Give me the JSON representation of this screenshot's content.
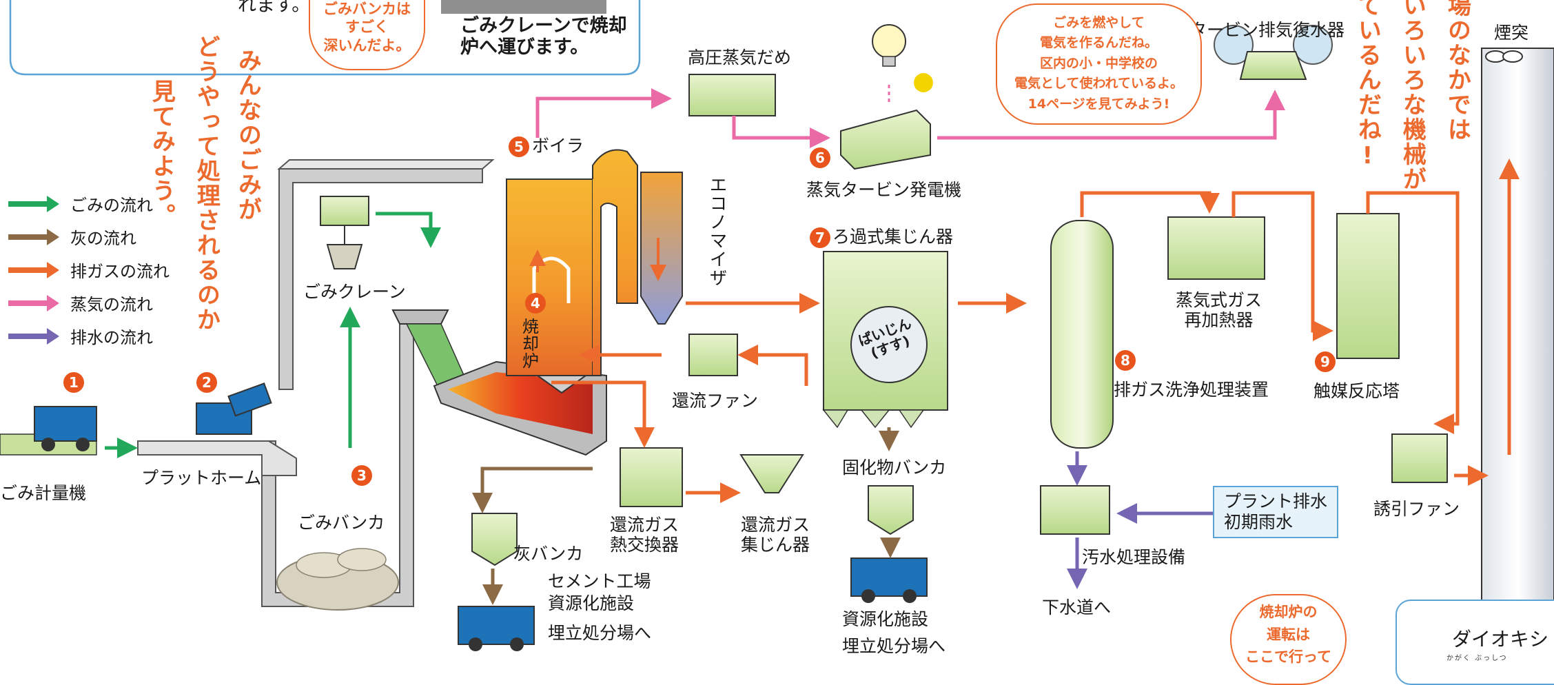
{
  "header_fragment": "れます。",
  "top_bubble": "ごみバンカは\nすごく\n深いんだよ。",
  "crane_caption": "ごみクレーンで焼却\n炉へ運びます。",
  "intro_text": {
    "col1": "みんなのごみが",
    "col2": "どうやって処理されるのか",
    "col3": "見てみよう。"
  },
  "legend": [
    {
      "label": "ごみの流れ",
      "color": "#22a85a"
    },
    {
      "label": "灰の流れ",
      "color": "#8b6a45"
    },
    {
      "label": "排ガスの流れ",
      "color": "#ec6a2e"
    },
    {
      "label": "蒸気の流れ",
      "color": "#e96aa5"
    },
    {
      "label": "排水の流れ",
      "color": "#7466b3"
    }
  ],
  "steps": {
    "s1": {
      "num": "1",
      "label": "ごみ計量機"
    },
    "s2": {
      "num": "2",
      "label": "プラットホーム"
    },
    "s3": {
      "num": "3",
      "label": "ごみバンカ"
    },
    "s4": {
      "num": "4",
      "label": "焼却炉"
    },
    "s5": {
      "num": "5",
      "label": "ボイラ"
    },
    "s6": {
      "num": "6",
      "label": "蒸気タービン発電機"
    },
    "s7": {
      "num": "7",
      "label": "ろ過式集じん器"
    },
    "s8": {
      "num": "8",
      "label": "排ガス洗浄処理装置"
    },
    "s9": {
      "num": "9",
      "label": "触媒反応塔"
    }
  },
  "labels": {
    "crane": "ごみクレーン",
    "economizer": "エコノマイザ",
    "steam_header": "高圧蒸気だめ",
    "turbine_condenser": "タービン排気復水器",
    "chimney": "煙突",
    "reflux_fan": "還流ファン",
    "ash_bunker": "灰バンカ",
    "reflux_heat_exchanger": "還流ガス\n熱交換器",
    "reflux_dust_collector": "還流ガス\n集じん器",
    "solidified_bunker": "固化物バンカ",
    "steam_reheater": "蒸気式ガス\n再加熱器",
    "induced_fan": "誘引ファン",
    "wastewater": "汚水処理設備",
    "sewer": "下水道へ",
    "plant_drain": "プラント排水\n初期雨水",
    "cement": "セメント工場",
    "recycle1": "資源化施設",
    "landfill1": "埋立処分場へ",
    "recycle2": "資源化施設",
    "landfill2": "埋立処分場へ",
    "bag_text": "ばいじん\n(すす)"
  },
  "speech_bubble": "ごみを燃やして\n電気を作るんだね。\n区内の小・中学校の\n電気として使われているよ。\n14ページを見てみよう!",
  "machines_text": {
    "col1": "場のなかでは",
    "col2": "いろいろな機械が",
    "col3": "ているんだね!"
  },
  "bottom_bubble": "焼却炉の\n運転は\nここで行って",
  "bottom_box_title": "ダイオキシ",
  "bottom_box_sub": "かがく ぶっしつ"
}
